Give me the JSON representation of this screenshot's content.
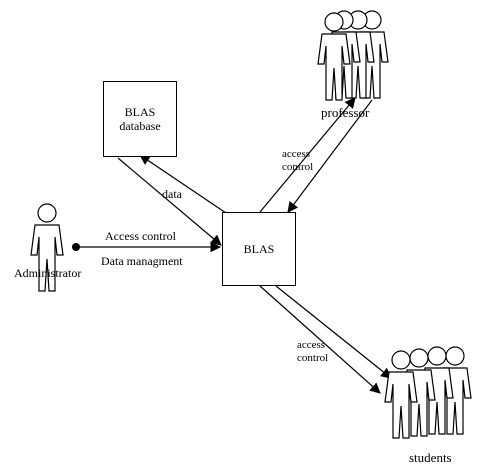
{
  "nodes": {
    "blas_database": {
      "line1": "BLAS",
      "line2": "database"
    },
    "blas": {
      "label": "BLAS"
    },
    "administrator": {
      "label": "Administrator"
    },
    "professor": {
      "label": "professor"
    },
    "students": {
      "label": "students"
    }
  },
  "edges": {
    "data": {
      "label": "data"
    },
    "admin_access": {
      "label": "Access control"
    },
    "admin_data": {
      "label": "Data managment"
    },
    "professor_access": {
      "line1": "access",
      "line2": "control"
    },
    "students_access": {
      "line1": "access",
      "line2": "control"
    }
  },
  "icons": [
    "person-icon",
    "people-group-icon"
  ]
}
